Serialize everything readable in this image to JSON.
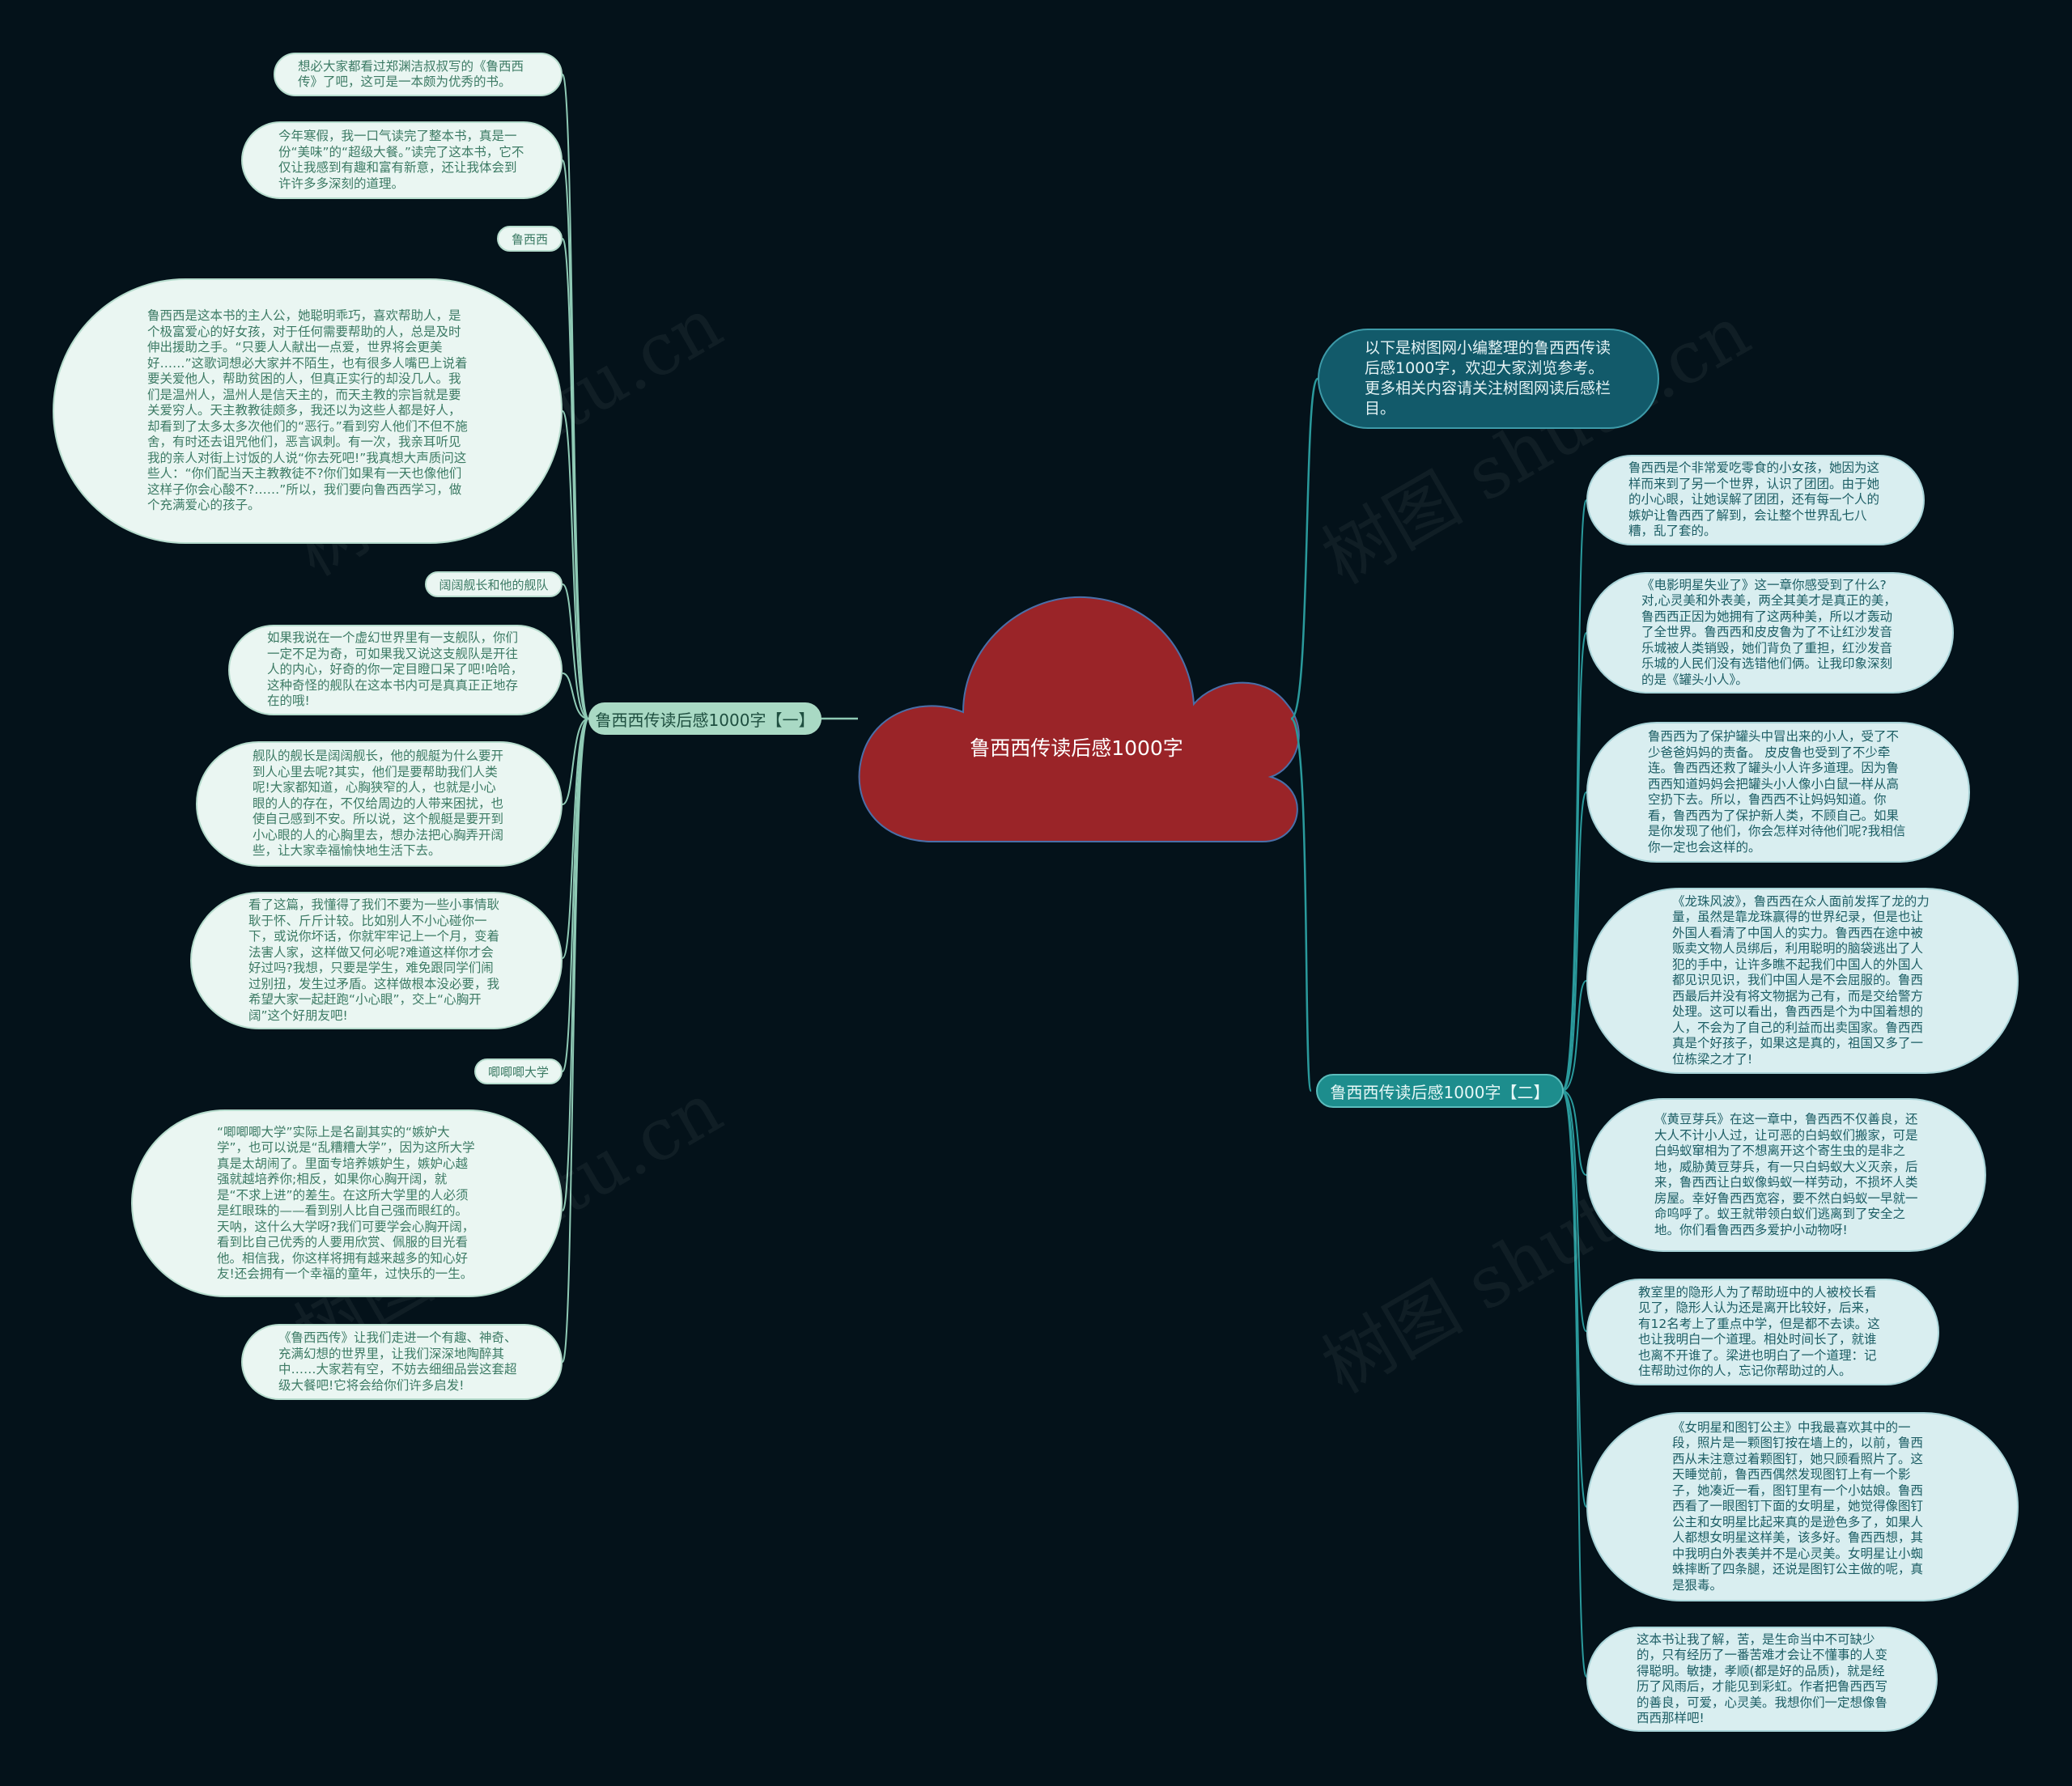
{
  "center": {
    "title": "鲁西西传读后感1000字"
  },
  "intro": {
    "text": "以下是树图网小编整理的鲁西西传读后感1000字，欢迎大家浏览参考。更多相关内容请关注树图网读后感栏目。"
  },
  "branch_left": {
    "label": "鲁西西传读后感1000字【一】",
    "items": [
      "想必大家都看过郑渊洁叔叔写的《鲁西西传》了吧，这可是一本颇为优秀的书。",
      "今年寒假，我一口气读完了整本书，真是一份“美味”的“超级大餐。”读完了这本书，它不仅让我感到有趣和富有新意，还让我体会到许许多多深刻的道理。",
      "鲁西西",
      "鲁西西是这本书的主人公，她聪明乖巧，喜欢帮助人，是个极富爱心的好女孩，对于任何需要帮助的人，总是及时伸出援助之手。“只要人人献出一点爱，世界将会更美好……”这歌词想必大家并不陌生，也有很多人嘴巴上说着要关爱他人，帮助贫困的人，但真正实行的却没几人。我们是温州人，温州人是信天主的，而天主教的宗旨就是要关爱穷人。天主教教徒颇多，我还以为这些人都是好人，却看到了太多太多次他们的“恶行。”看到穷人他们不但不施舍，有时还去诅咒他们，恶言讽刺。有一次，我亲耳听见我的亲人对街上讨饭的人说“你去死吧!”我真想大声质问这些人：“你们配当天主教教徒不?你们如果有一天也像他们这样子你会心酸不?……”所以，我们要向鲁西西学习，做个充满爱心的孩子。",
      "阔阔舰长和他的舰队",
      "如果我说在一个虚幻世界里有一支舰队，你们一定不足为奇，可如果我又说这支舰队是开往人的内心，好奇的你一定目瞪口呆了吧!哈哈，这种奇怪的舰队在这本书内可是真真正正地存在的哦!",
      "舰队的舰长是阔阔舰长，他的舰艇为什么要开到人心里去呢?其实，他们是要帮助我们人类呢!大家都知道，心胸狭窄的人，也就是小心眼的人的存在，不仅给周边的人带来困扰，也使自己感到不安。所以说，这个舰艇是要开到小心眼的人的心胸里去，想办法把心胸弄开阔些，让大家幸福愉快地生活下去。",
      "看了这篇，我懂得了我们不要为一些小事情耿耿于怀、斤斤计较。比如别人不小心碰你一下，或说你坏话，你就牢牢记上一个月，变着法害人家，这样做又何必呢?难道这样你才会好过吗?我想，只要是学生，难免跟同学们闹过别扭，发生过矛盾。这样做根本没必要，我希望大家一起赶跑“小心眼”，交上“心胸开阔”这个好朋友吧!",
      "唧唧唧大学",
      "“唧唧唧大学”实际上是名副其实的“嫉妒大学”，也可以说是“乱糟糟大学”，因为这所大学真是太胡闹了。里面专培养嫉妒生，嫉妒心越强就越培养你;相反，如果你心胸开阔，就是“不求上进”的差生。在这所大学里的人必须是红眼珠的——看到别人比自己强而眼红的。天呐，这什么大学呀?我们可要学会心胸开阔，看到比自己优秀的人要用欣赏、佩服的目光看他。相信我，你这样将拥有越来越多的知心好友!还会拥有一个幸福的童年，过快乐的一生。",
      "《鲁西西传》让我们走进一个有趣、神奇、充满幻想的世界里，让我们深深地陶醉其中……大家若有空，不妨去细细品尝这套超级大餐吧!它将会给你们许多启发!"
    ]
  },
  "branch_right": {
    "label": "鲁西西传读后感1000字【二】",
    "items": [
      "鲁西西是个非常爱吃零食的小女孩，她因为这样而来到了另一个世界，认识了团团。由于她的小心眼，让她误解了团团，还有每一个人的嫉妒让鲁西西了解到，会让整个世界乱七八糟，乱了套的。",
      "《电影明星失业了》这一章你感受到了什么?对,心灵美和外表美，两全其美才是真正的美，鲁西西正因为她拥有了这两种美，所以才轰动了全世界。鲁西西和皮皮鲁为了不让红沙发音乐城被人类销毁，她们背负了重担，红沙发音乐城的人民们没有选错他们俩。让我印象深刻的是《罐头小人》。",
      "鲁西西为了保护罐头中冒出来的小人，受了不少爸爸妈妈的责备。 皮皮鲁也受到了不少牵连。鲁西西还救了罐头小人许多道理。因为鲁西西知道妈妈会把罐头小人像小白鼠一样从高空扔下去。所以，鲁西西不让妈妈知道。你看，鲁西西为了保护新人类，不顾自己。如果是你发现了他们，你会怎样对待他们呢?我相信你一定也会这样的。",
      "《龙珠风波》，鲁西西在众人面前发挥了龙的力量，虽然是靠龙珠赢得的世界纪录，但是也让外国人看清了中国人的实力。鲁西西在途中被贩卖文物人员绑后，利用聪明的脑袋逃出了人犯的手中，让许多瞧不起我们中国人的外国人都见识见识，我们中国人是不会屈服的。鲁西西最后并没有将文物据为己有，而是交给警方处理。这可以看出，鲁西西是个为中国着想的人，不会为了自己的利益而出卖国家。鲁西西真是个好孩子，如果这是真的，祖国又多了一位栋梁之才了!",
      "《黄豆芽兵》在这一章中，鲁西西不仅善良，还大人不计小人过，让可恶的白蚂蚁们搬家，可是白蚂蚁窜相为了不想离开这个寄生虫的是非之地，威胁黄豆芽兵，有一只白蚂蚁大义灭亲，后来，鲁西西让白蚁像蚂蚁一样劳动，不损坏人类房屋。幸好鲁西西宽容，要不然白蚂蚁一早就一命呜呼了。蚁王就带领白蚁们逃离到了安全之地。你们看鲁西西多爱护小动物呀!",
      "教室里的隐形人为了帮助班中的人被校长看见了，隐形人认为还是离开比较好，后来，有12名考上了重点中学，但是都不去读。这也让我明白一个道理。相处时间长了，就谁也离不开谁了。梁进也明白了一个道理：记住帮助过你的人，忘记你帮助过的人。",
      "《女明星和图钉公主》中我最喜欢其中的一段，照片是一颗图钉按在墙上的，以前，鲁西西从未注意过着颗图钉，她只顾看照片了。这天睡觉前，鲁西西偶然发现图钉上有一个影子，她凑近一看，图钉里有一个小姑娘。鲁西西看了一眼图钉下面的女明星，她觉得像图钉公主和女明星比起来真的是逊色多了，如果人人都想女明星这样美，该多好。鲁西西想，其中我明白外表美并不是心灵美。女明星让小蜘蛛摔断了四条腿，还说是图钉公主做的呢，真是狠毒。",
      "这本书让我了解，苦，是生命当中不可缺少的，只有经历了一番苦难才会让不懂事的人变得聪明。敏捷，孝顺(都是好的品质)，就是经历了风雨后，才能见到彩虹。作者把鲁西西写的善良，可爱，心灵美。我想你们一定想像鲁西西那样吧!"
    ]
  },
  "watermark": "树图 shutu.cn",
  "colors": {
    "background": "#04121a",
    "cloud": "#9a2428",
    "cloud_stroke": "#4a6fa8",
    "link_left": "#8fcab5",
    "link_right": "#2a9a9c"
  }
}
